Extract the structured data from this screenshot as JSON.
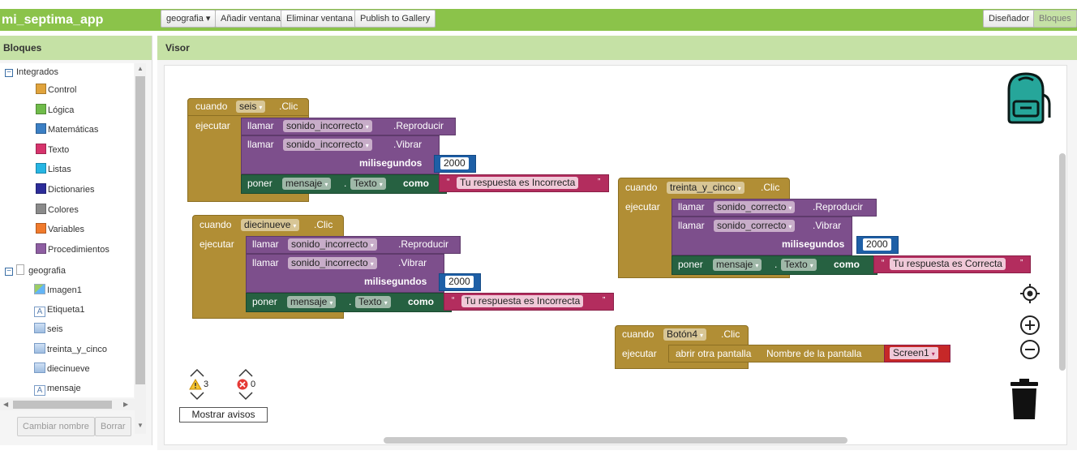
{
  "app": {
    "title": "mi_septima_app"
  },
  "toolbar": {
    "screen_select": "geografia ▾",
    "add_window": "Añadir ventana",
    "remove_window": "Eliminar ventana",
    "publish": "Publish to Gallery",
    "designer": "Diseñador",
    "blocks": "Bloques"
  },
  "left_panel": {
    "header": "Bloques",
    "builtins_label": "Integrados",
    "builtins": [
      {
        "label": "Control",
        "color": "#e0a33c"
      },
      {
        "label": "Lógica",
        "color": "#6fbb4a"
      },
      {
        "label": "Matemáticas",
        "color": "#3b7fc4"
      },
      {
        "label": "Texto",
        "color": "#d6336c"
      },
      {
        "label": "Listas",
        "color": "#26b5e3"
      },
      {
        "label": "Dictionaries",
        "color": "#2c2c99"
      },
      {
        "label": "Colores",
        "color": "#8a8a8a"
      },
      {
        "label": "Variables",
        "color": "#f07a2c"
      },
      {
        "label": "Procedimientos",
        "color": "#8e5ea2"
      }
    ],
    "screen_label": "geografia",
    "components": [
      {
        "label": "Imagen1",
        "icon": "image-icon"
      },
      {
        "label": "Etiqueta1",
        "icon": "label-icon"
      },
      {
        "label": "seis",
        "icon": "button-icon"
      },
      {
        "label": "treinta_y_cinco",
        "icon": "button-icon"
      },
      {
        "label": "diecinueve",
        "icon": "button-icon"
      },
      {
        "label": "mensaje",
        "icon": "label-icon"
      }
    ],
    "rename_button": "Cambiar nombre",
    "delete_button": "Borrar"
  },
  "viewer": {
    "header": "Visor",
    "kw_when": "cuando",
    "kw_do": "ejecutar",
    "kw_call": "llamar",
    "kw_set": "poner",
    "kw_as": "como",
    "kw_ms": "milisegundos",
    "kw_dot": ".",
    "blocks": {
      "seis": {
        "component": "seis",
        "event": ".Clic",
        "call1_comp": "sonido_incorrecto",
        "call1_method": ".Reproducir",
        "call2_comp": "sonido_incorrecto",
        "call2_method": ".Vibrar",
        "ms": "2000",
        "set_comp": "mensaje",
        "set_prop": "Texto",
        "text": "Tu respuesta es Incorrecta"
      },
      "diecinueve": {
        "component": "diecinueve",
        "event": ".Clic",
        "call1_comp": "sonido_incorrecto",
        "call1_method": ".Reproducir",
        "call2_comp": "sonido_incorrecto",
        "call2_method": ".Vibrar",
        "ms": "2000",
        "set_comp": "mensaje",
        "set_prop": "Texto",
        "text": "Tu respuesta es Incorrecta"
      },
      "treinta": {
        "component": "treinta_y_cinco",
        "event": ".Clic",
        "call1_comp": "sonido_correcto",
        "call1_method": ".Reproducir",
        "call2_comp": "sonido_correcto",
        "call2_method": ".Vibrar",
        "ms": "2000",
        "set_comp": "mensaje",
        "set_prop": "Texto",
        "text": "Tu respuesta es Correcta",
        "hidden_text": "la pantalla"
      },
      "boton4": {
        "component": "Botón4",
        "event": ".Clic",
        "open_label": "abrir otra pantalla",
        "screen_name_label": "Nombre de la pantalla",
        "screen": "Screen1"
      }
    },
    "warnings": {
      "count": "3",
      "errors": "0",
      "show_label": "Mostrar avisos"
    }
  }
}
